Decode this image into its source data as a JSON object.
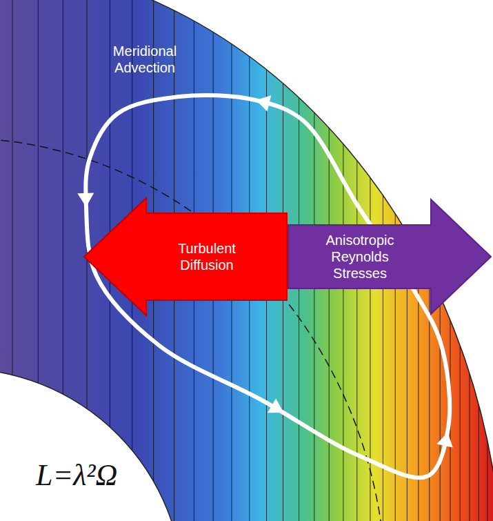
{
  "diagram": {
    "nodes": [
      {
        "text": [
          "Turbulent Diffusion"
        ]
      },
      {
        "text": [
          "Anisotropic Reynolds Stresses"
        ]
      }
    ],
    "labels": [
      "Meridional Advection",
      "L=λ²Ω"
    ]
  }
}
